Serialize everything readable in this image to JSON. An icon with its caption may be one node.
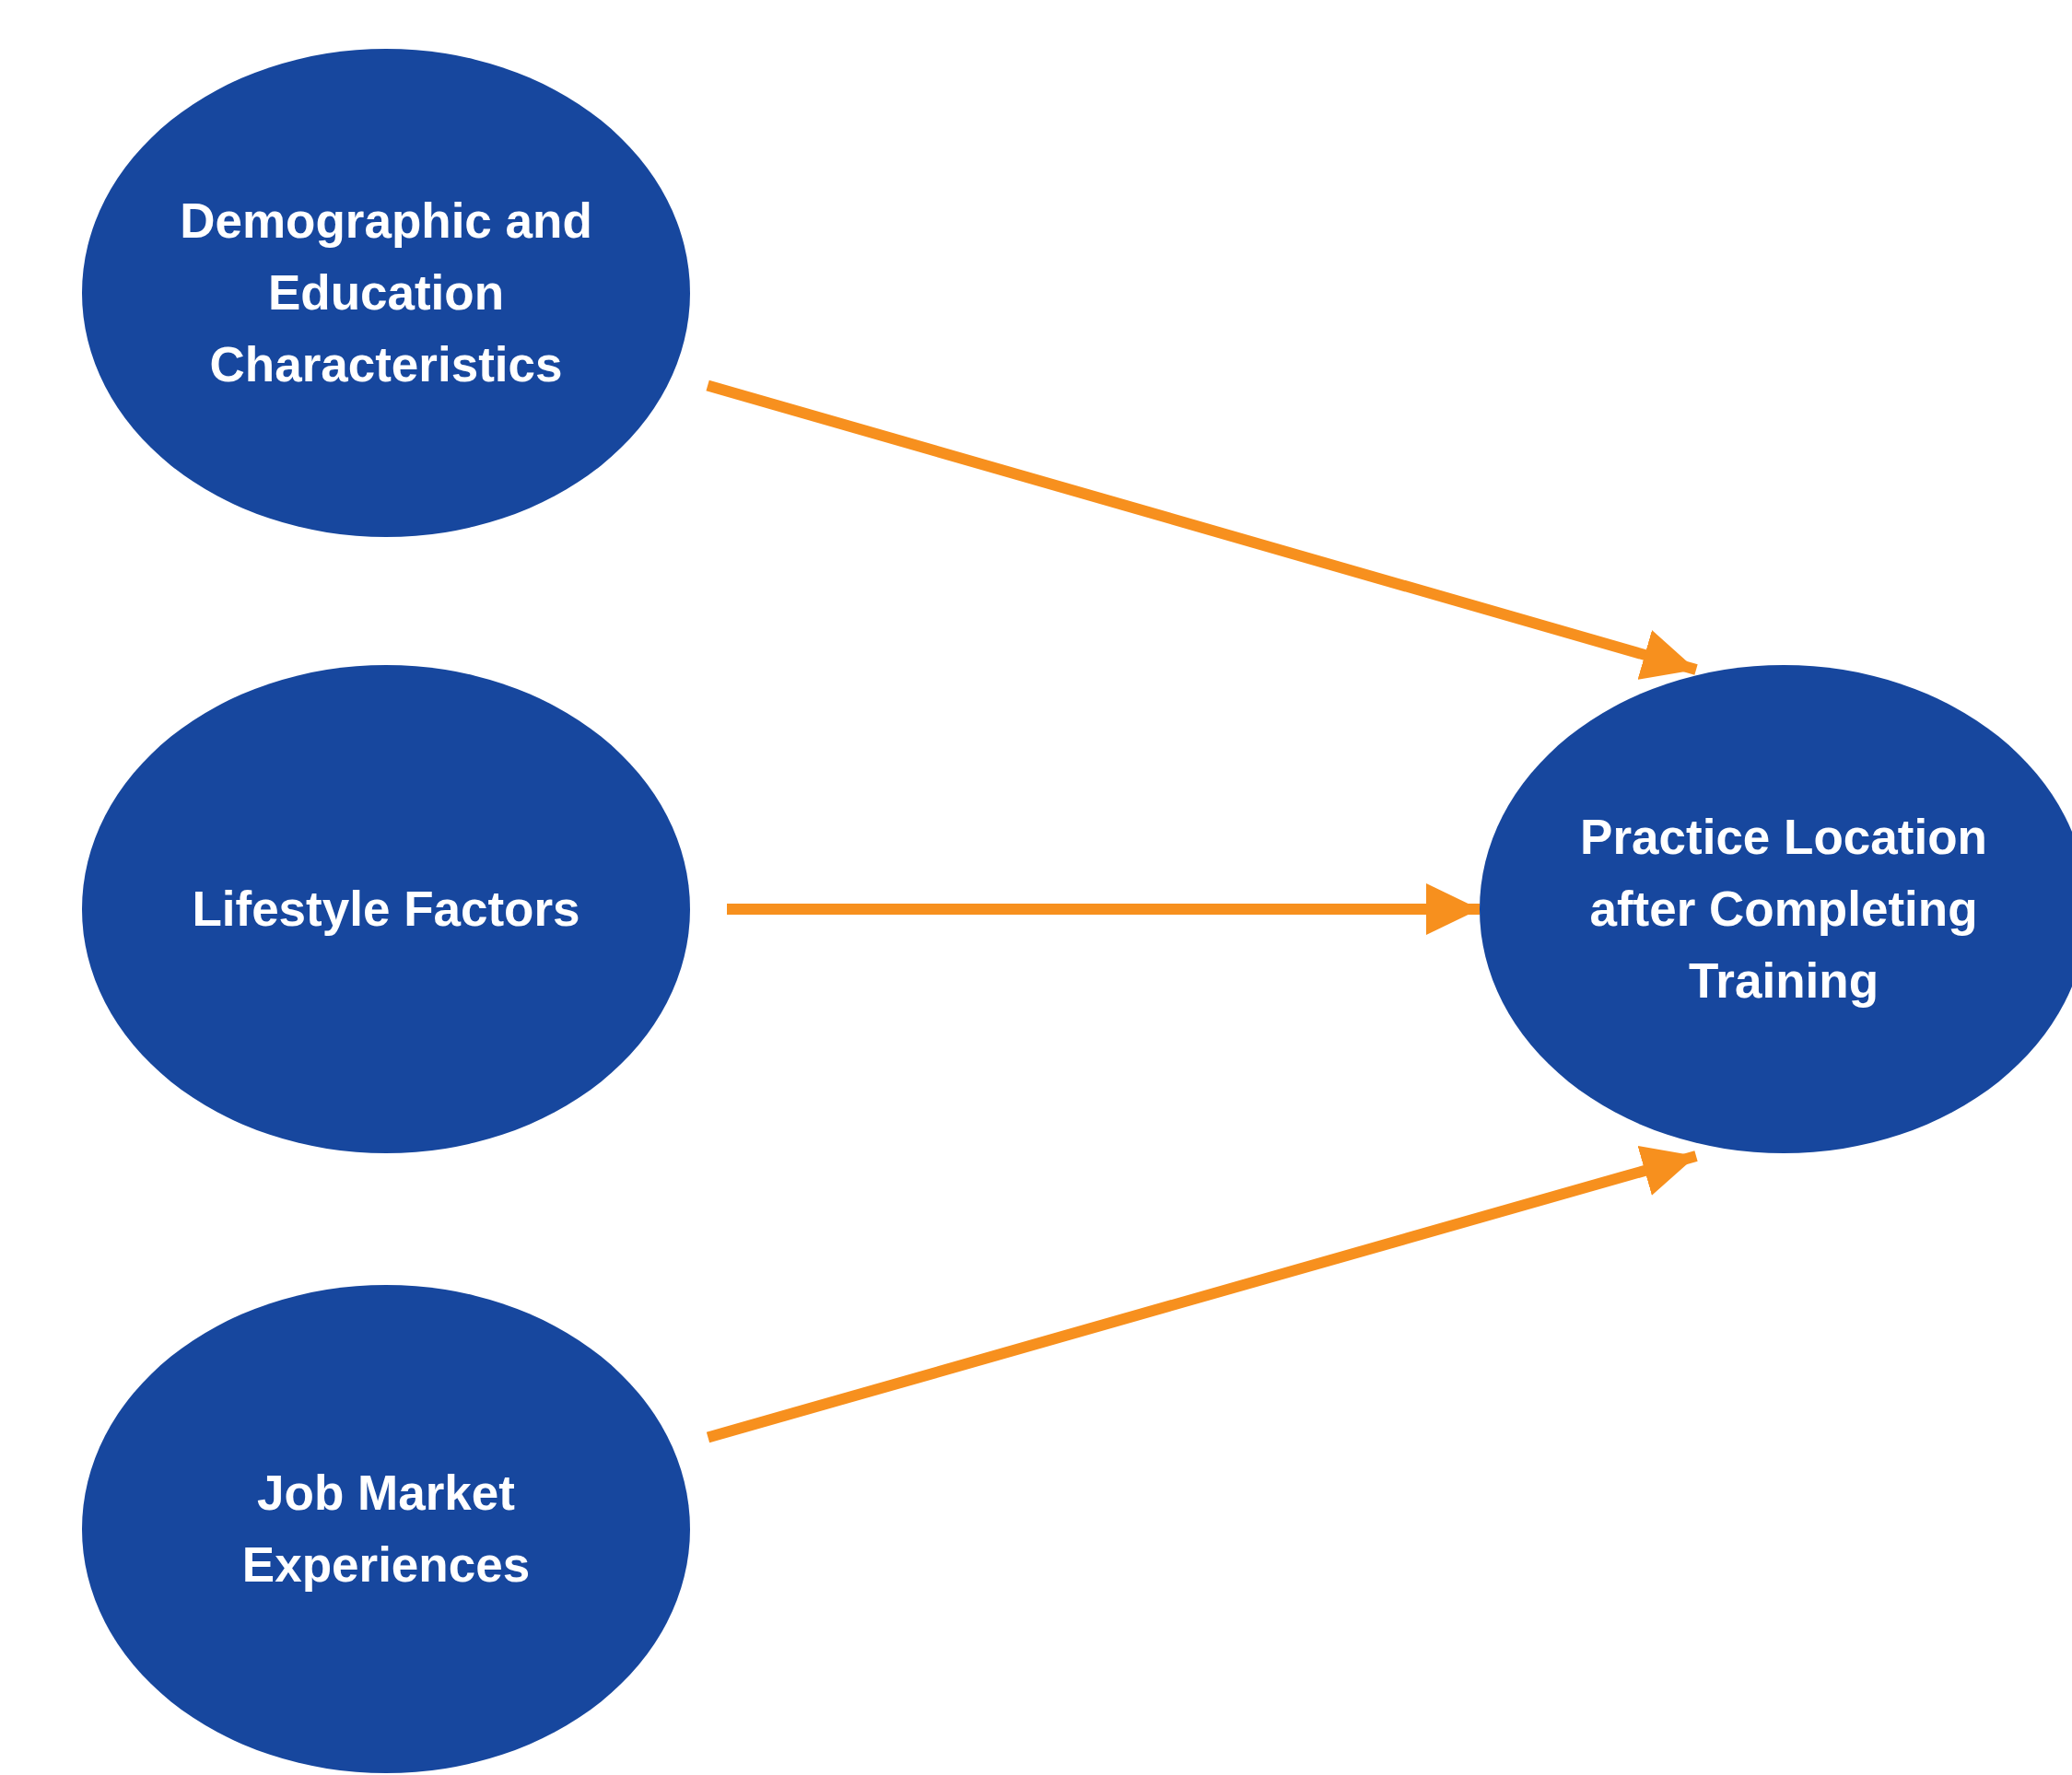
{
  "diagram": {
    "nodes": [
      {
        "text": [
          "Demographic and Education Characteristics"
        ]
      },
      {
        "text": [
          "Lifestyle Factors"
        ]
      },
      {
        "text": [
          "Job Market Experiences"
        ]
      },
      {
        "text": [
          "Practice Location after Completing Training"
        ]
      }
    ],
    "edges": [
      {
        "from": 0,
        "to": 3,
        "arrow": "to"
      },
      {
        "from": 1,
        "to": 3,
        "arrow": "to"
      },
      {
        "from": 2,
        "to": 3,
        "arrow": "to"
      }
    ]
  }
}
